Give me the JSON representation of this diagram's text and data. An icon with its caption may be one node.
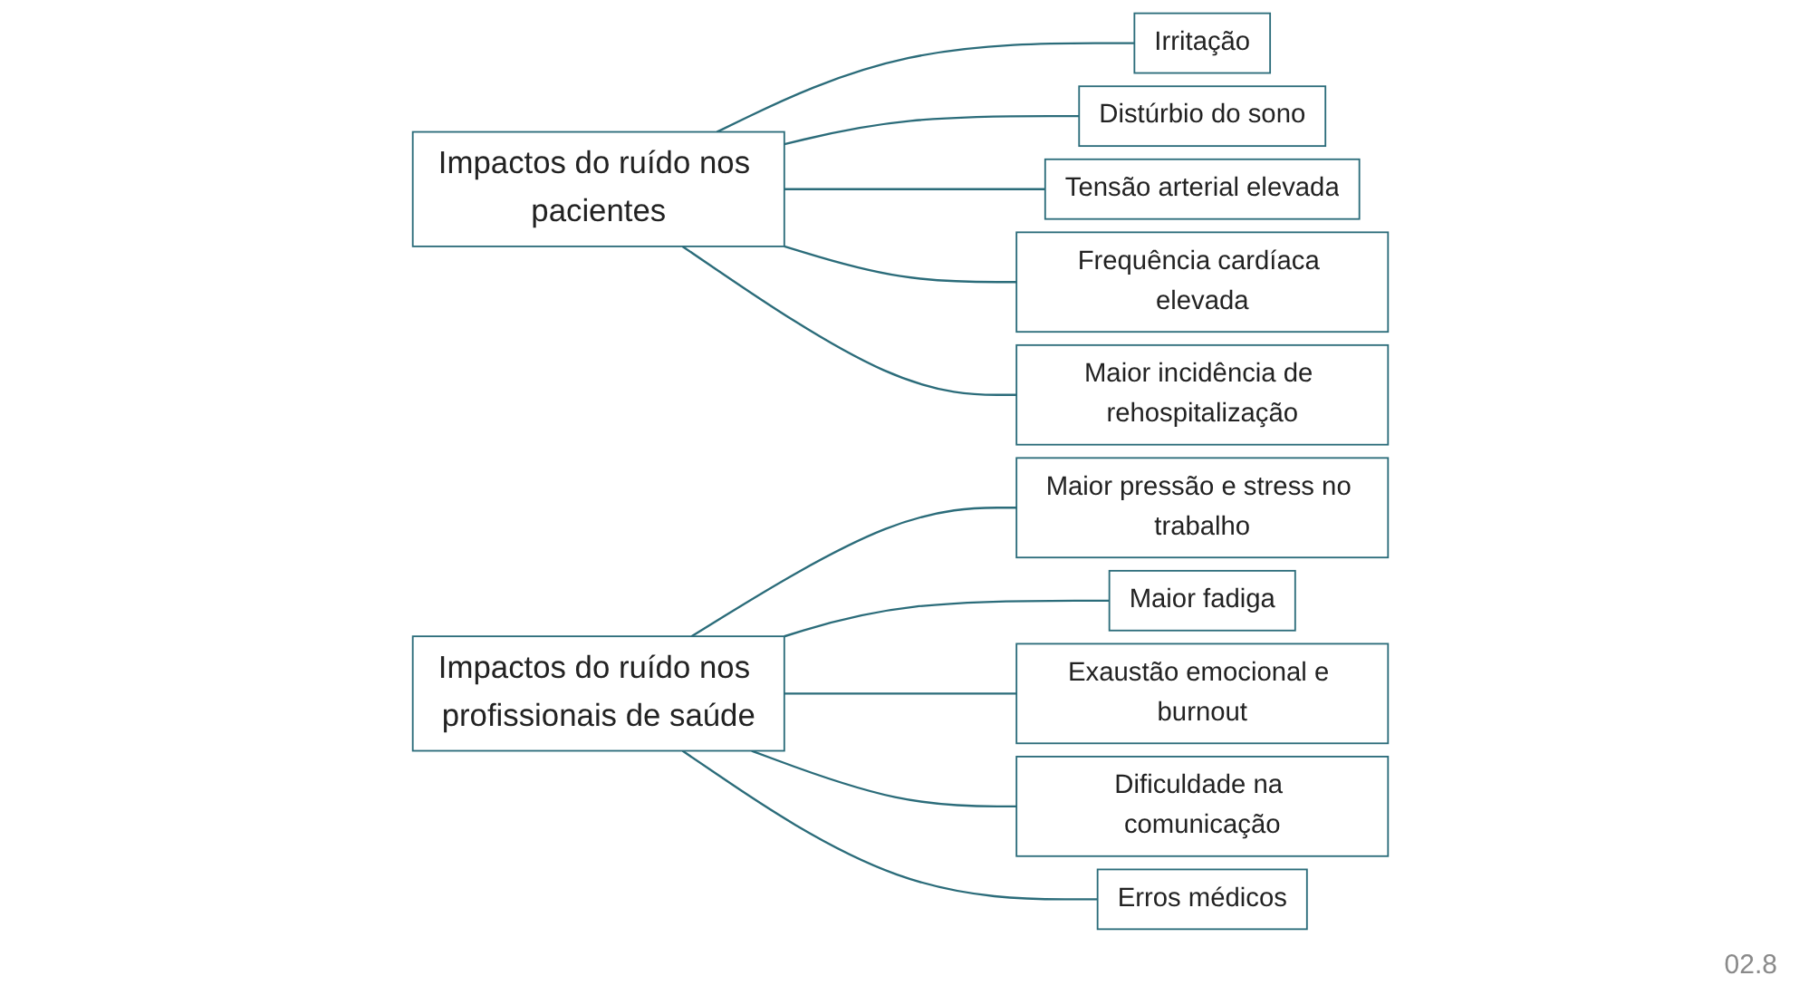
{
  "diagram": {
    "nodes": [
      {
        "text": [
          "Impactos do ruído nos pacientes"
        ]
      },
      {
        "text": [
          "Irritação"
        ]
      },
      {
        "text": [
          "Distúrbio do sono"
        ]
      },
      {
        "text": [
          "Tensão arterial elevada"
        ]
      },
      {
        "text": [
          "Frequência cardíaca elevada"
        ]
      },
      {
        "text": [
          "Maior incidência de rehospitalização"
        ]
      },
      {
        "text": [
          "Impactos do ruído nos profissionais de saúde"
        ]
      },
      {
        "text": [
          "Maior pressão e stress no trabalho"
        ]
      },
      {
        "text": [
          "Maior fadiga"
        ]
      },
      {
        "text": [
          "Exaustão emocional e burnout"
        ]
      },
      {
        "text": [
          "Dificuldade na comunicação"
        ]
      },
      {
        "text": [
          "Erros médicos"
        ]
      }
    ],
    "edges": [
      {
        "from": 0,
        "to": 1,
        "arrow": "none"
      },
      {
        "from": 0,
        "to": 2,
        "arrow": "none"
      },
      {
        "from": 0,
        "to": 3,
        "arrow": "none"
      },
      {
        "from": 0,
        "to": 4,
        "arrow": "none"
      },
      {
        "from": 0,
        "to": 5,
        "arrow": "none"
      },
      {
        "from": 6,
        "to": 7,
        "arrow": "none"
      },
      {
        "from": 6,
        "to": 8,
        "arrow": "none"
      },
      {
        "from": 6,
        "to": 9,
        "arrow": "none"
      },
      {
        "from": 6,
        "to": 10,
        "arrow": "none"
      },
      {
        "from": 6,
        "to": 11,
        "arrow": "none"
      }
    ],
    "labels": [
      "02.8"
    ]
  }
}
